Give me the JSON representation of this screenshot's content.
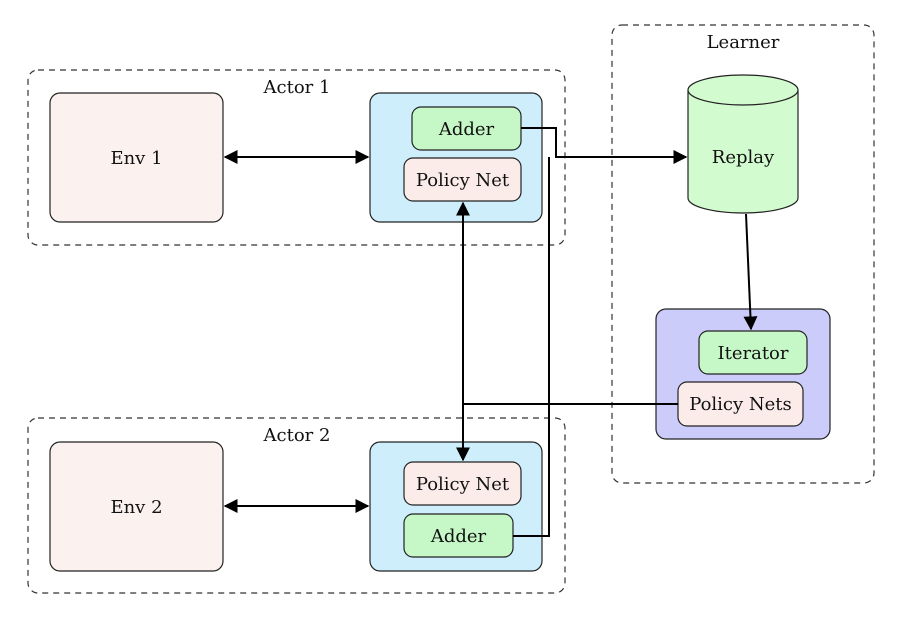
{
  "colors": {
    "env_fill": "#fbf1ef",
    "actor_fill": "#cdeefa",
    "adder_fill": "#c6f7c6",
    "policy_fill": "#fbecea",
    "replay_fill": "#d3fbd0",
    "learner_fill": "#ccccfb",
    "iterator_fill": "#c6f7c6"
  },
  "groups": {
    "actor1": "Actor 1",
    "actor2": "Actor 2",
    "learner": "Learner"
  },
  "nodes": {
    "env1": "Env 1",
    "env2": "Env 2",
    "adder1": "Adder",
    "adder2": "Adder",
    "policy1": "Policy Net",
    "policy2": "Policy Net",
    "replay": "Replay",
    "iterator": "Iterator",
    "policy_nets": "Policy Nets"
  }
}
